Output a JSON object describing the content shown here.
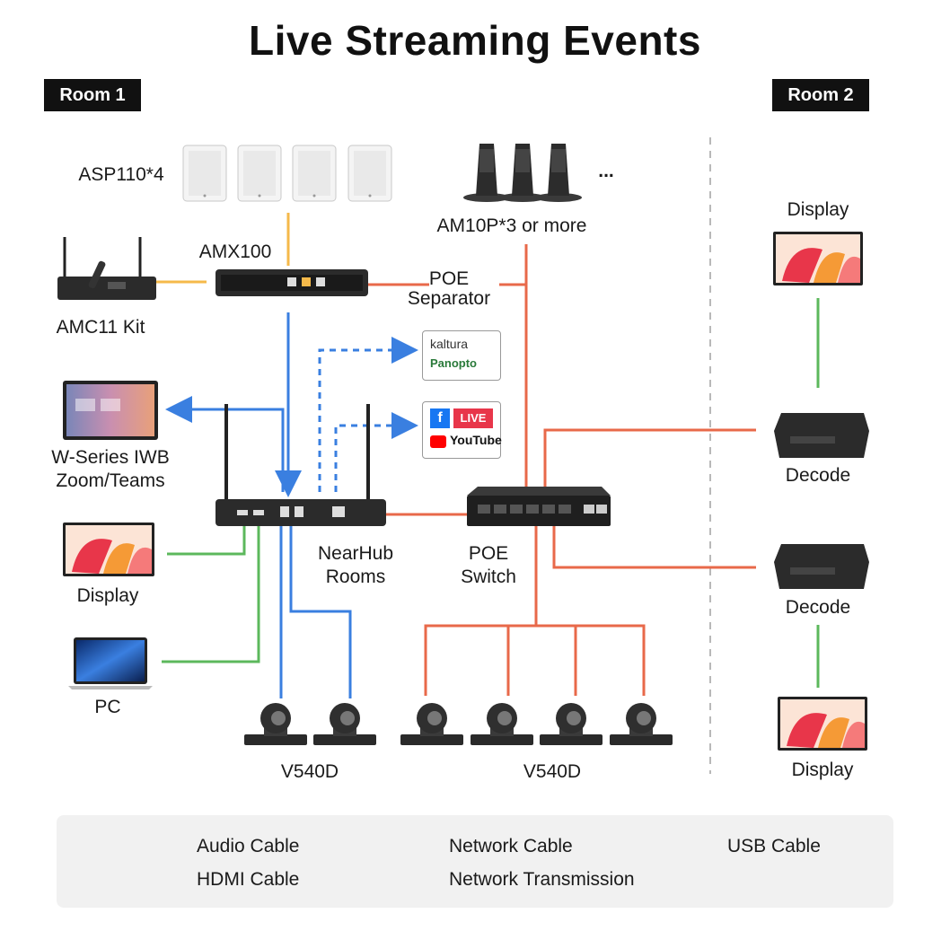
{
  "title": "Live Streaming Events",
  "rooms": {
    "room1": "Room 1",
    "room2": "Room 2"
  },
  "devices": {
    "speakers": "ASP110*4",
    "mics": "AM10P*3 or more",
    "more_marker": "...",
    "amx": "AMX100",
    "amc": "AMC11 Kit",
    "poe_sep_line1": "POE",
    "poe_sep_line2": "Separator",
    "iwb_line1": "W-Series IWB",
    "iwb_line2": "Zoom/Teams",
    "display_left": "Display",
    "pc": "PC",
    "nearhub_line1": "NearHub",
    "nearhub_line2": "Rooms",
    "poe_switch_line1": "POE",
    "poe_switch_line2": "Switch",
    "camera_group_left": "V540D",
    "camera_group_right": "V540D",
    "room2_display_top": "Display",
    "decode_top": "Decode",
    "decode_bottom": "Decode",
    "room2_display_bottom": "Display"
  },
  "platforms": {
    "kaltura": "kaltura",
    "panopto": "Panopto",
    "live": "LIVE",
    "youtube": "YouTube"
  },
  "legend": {
    "audio": "Audio Cable",
    "network": "Network Cable",
    "usb": "USB Cable",
    "hdmi": "HDMI Cable",
    "transmission": "Network Transmission"
  },
  "colors": {
    "audio": "#f5b94a",
    "network": "#e8694a",
    "usb": "#3a7fe0",
    "hdmi": "#5cb85c",
    "transmission": "#3a7fe0"
  }
}
